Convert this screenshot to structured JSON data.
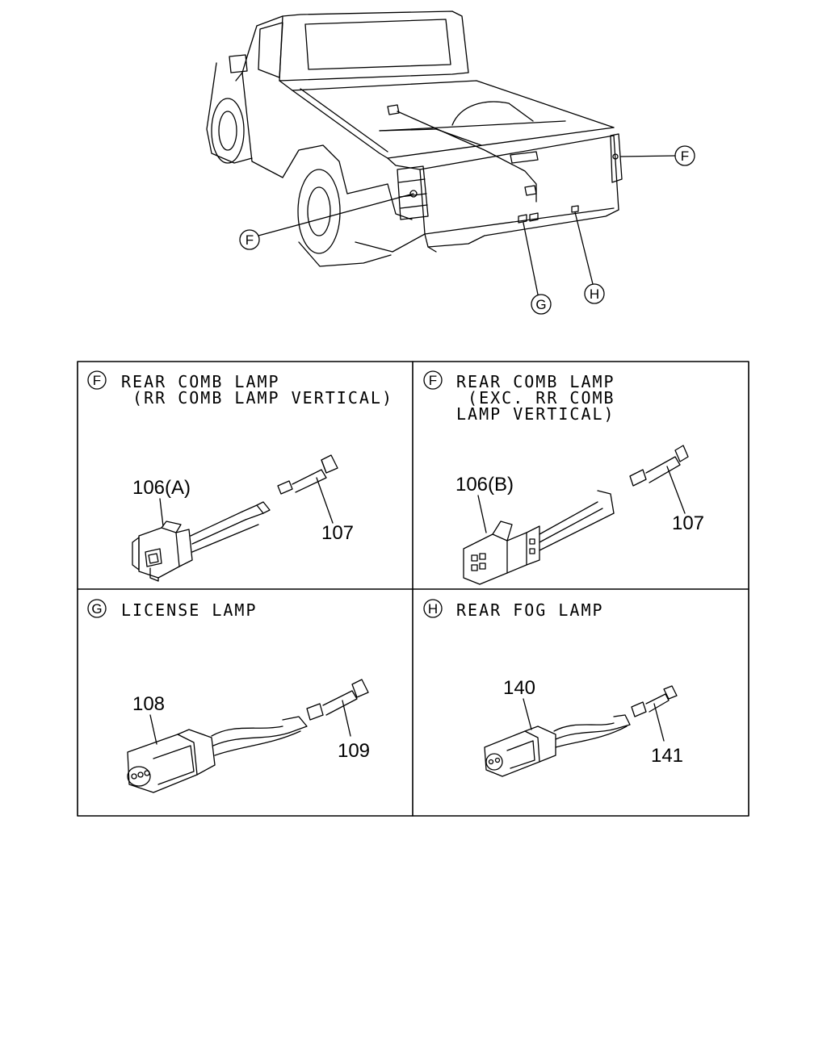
{
  "diagram": {
    "overview_callouts": [
      {
        "id": "F-right",
        "letter": "F"
      },
      {
        "id": "F-left",
        "letter": "F"
      },
      {
        "id": "G",
        "letter": "G"
      },
      {
        "id": "H",
        "letter": "H"
      }
    ],
    "panels": [
      {
        "letter": "F",
        "title_lines": [
          "REAR COMB LAMP",
          " (RR COMB LAMP VERTICAL)"
        ],
        "connector_label": "106(A)",
        "terminal_label": "107"
      },
      {
        "letter": "F",
        "title_lines": [
          "REAR COMB LAMP",
          " (EXC. RR COMB",
          "LAMP VERTICAL)"
        ],
        "connector_label": "106(B)",
        "terminal_label": "107"
      },
      {
        "letter": "G",
        "title_lines": [
          "LICENSE LAMP"
        ],
        "connector_label": "108",
        "terminal_label": "109"
      },
      {
        "letter": "H",
        "title_lines": [
          "REAR FOG LAMP"
        ],
        "connector_label": "140",
        "terminal_label": "141"
      }
    ]
  }
}
